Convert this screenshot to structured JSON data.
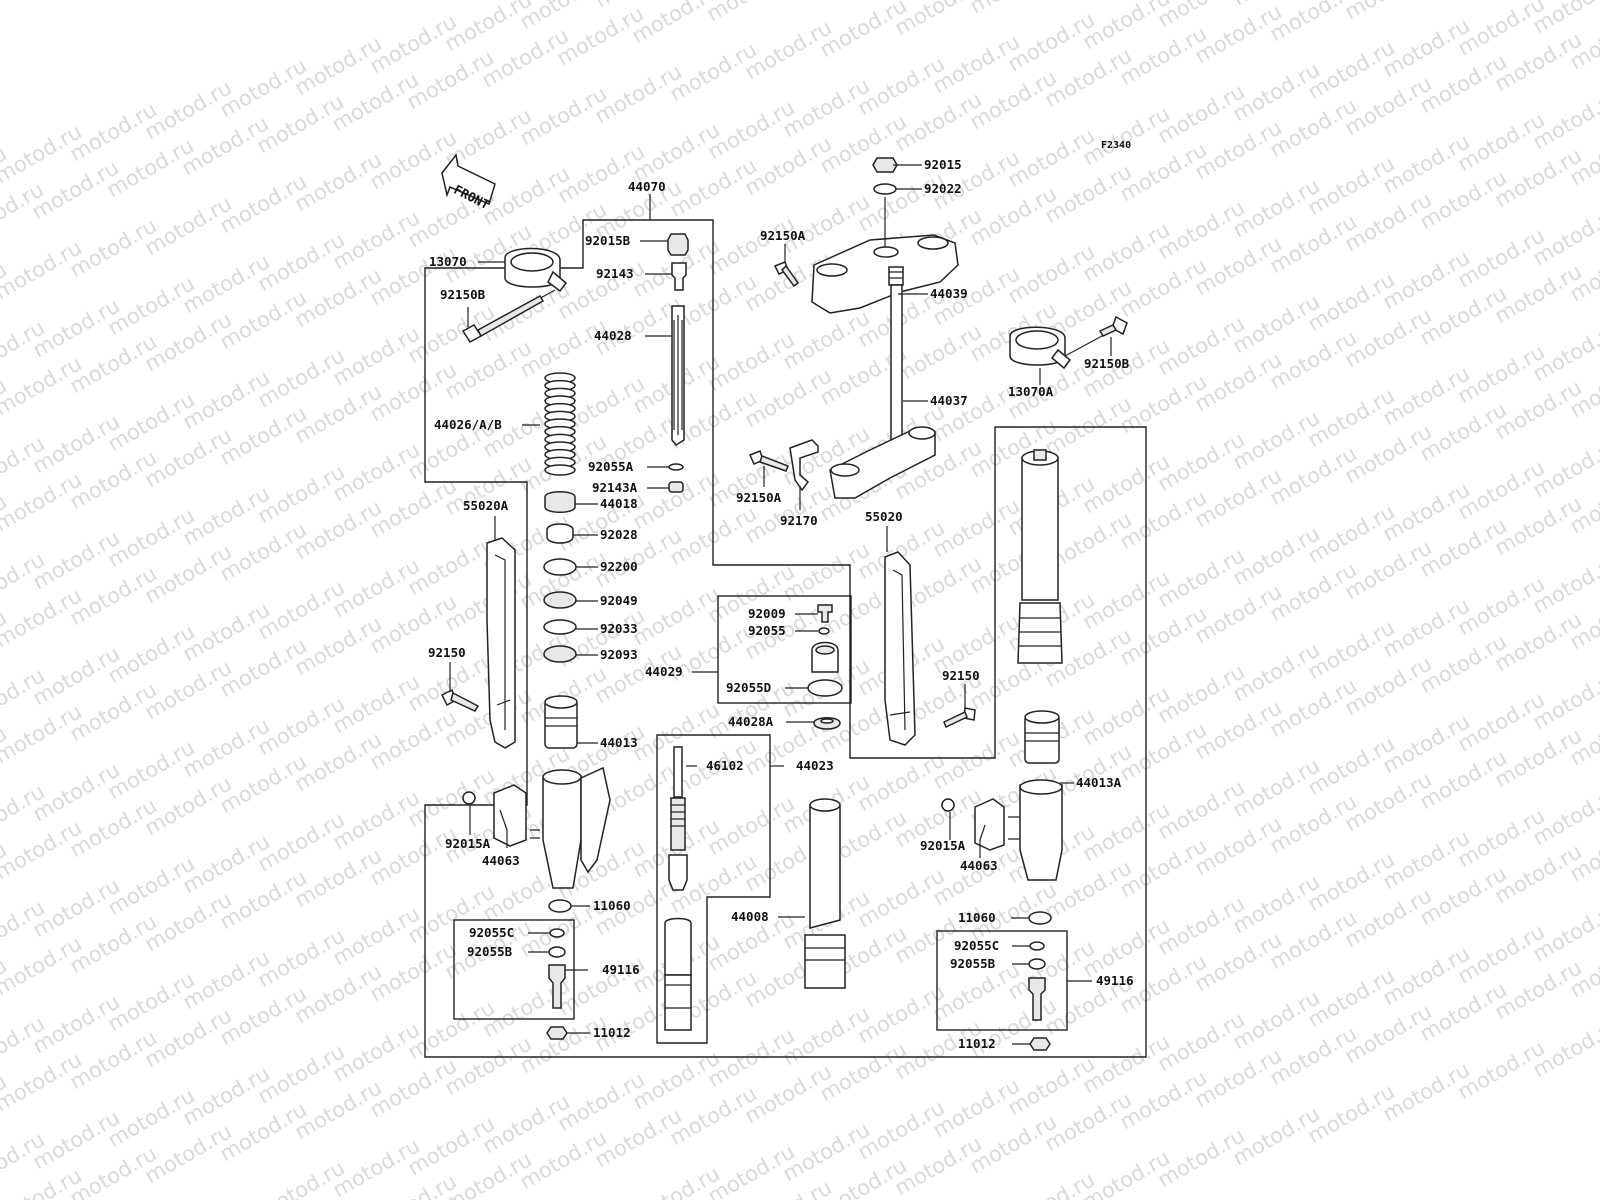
{
  "diagram": {
    "code": "F2340",
    "front_label": "FRONT",
    "watermark": "motod.ru",
    "parts": {
      "p44070": "44070",
      "p92015B": "92015B",
      "p92143": "92143",
      "p44028": "44028",
      "p44026": "44026/A/B",
      "p92055A": "92055A",
      "p92143A": "92143A",
      "p44018": "44018",
      "p92028": "92028",
      "p92200": "92200",
      "p92049": "92049",
      "p92033": "92033",
      "p92093": "92093",
      "p44013": "44013",
      "p13070": "13070",
      "p92150B_l": "92150B",
      "p55020A": "55020A",
      "p92150_l": "92150",
      "p92015A_l": "92015A",
      "p44063_l": "44063",
      "p11060_l": "11060",
      "p92055C_l": "92055C",
      "p92055B_l": "92055B",
      "p49116_l": "49116",
      "p11012_l": "11012",
      "p92015": "92015",
      "p92022": "92022",
      "p92150A_top": "92150A",
      "p44039": "44039",
      "p92150B_r": "92150B",
      "p13070A": "13070A",
      "p44037": "44037",
      "p92150A_mid": "92150A",
      "p92170": "92170",
      "p55020": "55020",
      "p92150_r": "92150",
      "p92009": "92009",
      "p92055": "92055",
      "p44029": "44029",
      "p92055D": "92055D",
      "p44028A": "44028A",
      "p46102": "46102",
      "p44023": "44023",
      "p44008": "44008",
      "p44013A": "44013A",
      "p92015A_r": "92015A",
      "p44063_r": "44063",
      "p11060_r": "11060",
      "p92055C_r": "92055C",
      "p92055B_r": "92055B",
      "p49116_r": "49116",
      "p11012_r": "11012"
    }
  }
}
